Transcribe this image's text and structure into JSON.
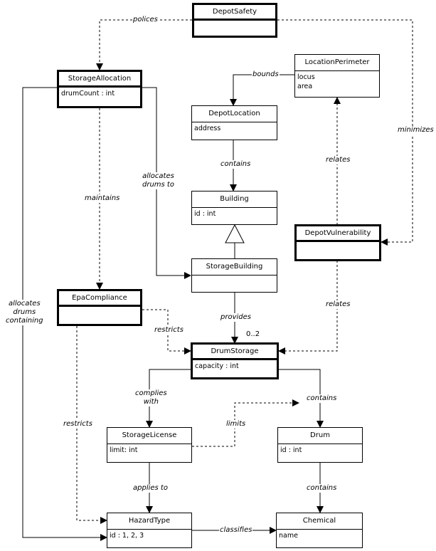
{
  "classes": {
    "depot_safety": {
      "name": "DepotSafety",
      "attrs": []
    },
    "storage_allocation": {
      "name": "StorageAllocation",
      "attrs": [
        "drumCount : int"
      ]
    },
    "location_perimeter": {
      "name": "LocationPerimeter",
      "attrs": [
        "locus",
        "area"
      ]
    },
    "depot_location": {
      "name": "DepotLocation",
      "attrs": [
        "address"
      ]
    },
    "building": {
      "name": "Building",
      "attrs": [
        "id : int"
      ]
    },
    "depot_vulnerability": {
      "name": "DepotVulnerability",
      "attrs": []
    },
    "storage_building": {
      "name": "StorageBuilding",
      "attrs": []
    },
    "epa_compliance": {
      "name": "EpaCompliance",
      "attrs": []
    },
    "drum_storage": {
      "name": "DrumStorage",
      "attrs": [
        "capacity : int"
      ]
    },
    "storage_license": {
      "name": "StorageLicense",
      "attrs": [
        "limit: int"
      ]
    },
    "drum": {
      "name": "Drum",
      "attrs": [
        "id : int"
      ]
    },
    "hazard_type": {
      "name": "HazardType",
      "attrs": [
        "id : 1, 2, 3"
      ]
    },
    "chemical": {
      "name": "Chemical",
      "attrs": [
        "name"
      ]
    }
  },
  "labels": {
    "polices": "polices",
    "minimizes": "minimizes",
    "bounds": "bounds",
    "contains_loc": "contains",
    "relates_perimeter": "relates",
    "maintains": "maintains",
    "allocates_l1": "allocates",
    "allocates_l2": "drums to",
    "allocates_containing_l1": "allocates",
    "allocates_containing_l2": "drums",
    "allocates_containing_l3": "containing",
    "provides": "provides",
    "relates_storage": "relates",
    "restricts_storage": "restricts",
    "complies_l1": "complies",
    "complies_l2": "with",
    "contains_drum": "contains",
    "restricts_hazard": "restricts",
    "limits": "limits",
    "applies_to": "applies to",
    "contains_chem": "contains",
    "classifies": "classifies"
  },
  "multiplicity": {
    "drum_storage": "0..2"
  }
}
